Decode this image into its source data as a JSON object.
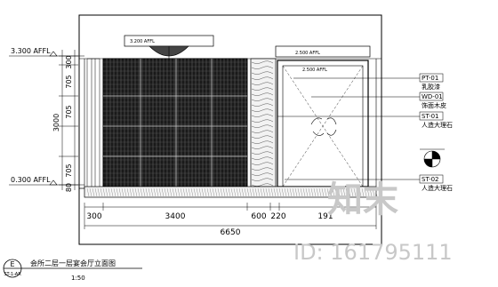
{
  "elevation_marks": {
    "top": "3.300 AFFL",
    "bottom": "0.300 AFFL"
  },
  "vertical_dims": {
    "top_gap": "300",
    "upper": "705",
    "total": "3000",
    "middle": "705",
    "lower": "705",
    "bottom_gap": "80"
  },
  "horizontal_dims": [
    "300",
    "3400",
    "600",
    "220",
    "191"
  ],
  "overall_width": "6650",
  "level_tags": {
    "left": "3.200 AFFL",
    "right": "2.500 AFFL",
    "right_inner": "2.500 AFFL"
  },
  "callouts": [
    {
      "code": "PT-01",
      "label": "乳胶漆"
    },
    {
      "code": "WD-01",
      "label": "饰面木皮"
    },
    {
      "code": "ST-01",
      "label": "人造大理石"
    },
    {
      "code": "ST-02",
      "label": "人造大理石"
    }
  ],
  "title_block": {
    "symbol_top": "E",
    "symbol_bottom": "ST-1-AR",
    "title": "会所二层一层宴会厅立面图",
    "scale": "1:50"
  },
  "watermark": {
    "brand": "知末",
    "id_text": "ID: 161795111"
  }
}
